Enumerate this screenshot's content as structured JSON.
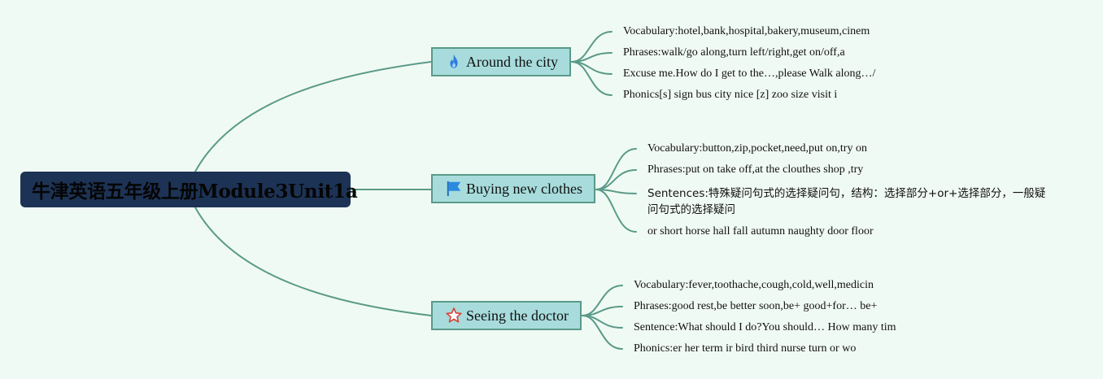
{
  "mindmap": {
    "root": {
      "label": "牛津英语五年级上册Module3Unit1a"
    },
    "branches": [
      {
        "label": "Around the city",
        "icon": "fire-icon",
        "icon_color": "#2e7de0",
        "items": [
          "Vocabulary:hotel,bank,hospital,bakery,museum,cinem",
          "Phrases:walk/go along,turn left/right,get on/off,a",
          "Excuse me.How do I get to the…,please Walk along…/",
          "Phonics[s] sign bus city nice [z] zoo size visit i"
        ]
      },
      {
        "label": "Buying new clothes",
        "icon": "flag-icon",
        "icon_color": "#2a8ae0",
        "items": [
          "Vocabulary:button,zip,pocket,need,put on,try on",
          "Phrases:put on take off,at the clouthes shop ,try",
          "Sentences:特殊疑问句式的选择疑问句，结构：选择部分+or+选择部分，一般疑问句式的选择疑问",
          "or short horse hall fall autumn naughty door floor"
        ]
      },
      {
        "label": "Seeing the doctor",
        "icon": "star-icon",
        "icon_color": "#d9443a",
        "items": [
          "Vocabulary:fever,toothache,cough,cold,well,medicin",
          "Phrases:good rest,be better soon,be+ good+for… be+",
          "Sentence:What should I do?You should… How many tim",
          "Phonics:er her term ir bird third nurse turn or wo"
        ]
      }
    ],
    "colors": {
      "background": "#f0faf4",
      "root_fill": "#1d3355",
      "branch_fill": "#a8dcdc",
      "branch_border": "#5a9a88",
      "connector": "#5a9a88"
    }
  }
}
